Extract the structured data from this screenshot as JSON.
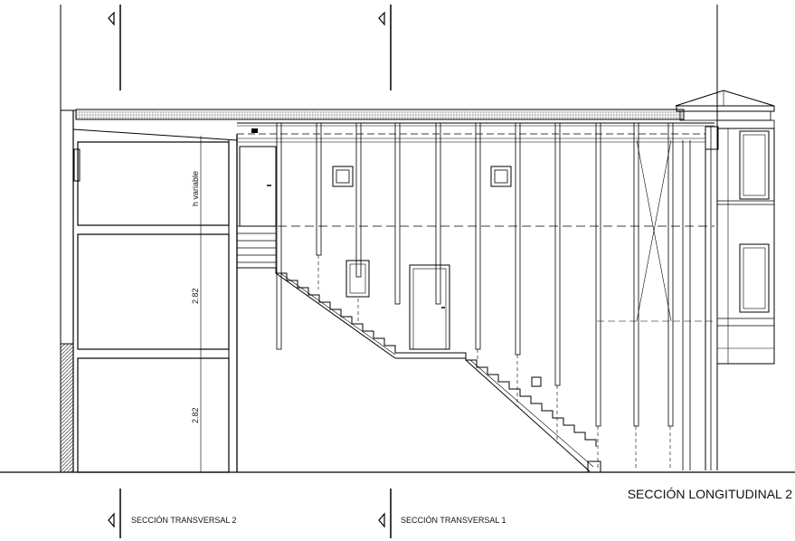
{
  "title": "SECCIÓN LONGITUDINAL 2",
  "section_markers": [
    {
      "label": "SECCIÓN TRANSVERSAL 2"
    },
    {
      "label": "SECCIÓN TRANSVERSAL 1"
    }
  ],
  "dimensions": {
    "top_floor": "h variable",
    "middle_floor": "2.82",
    "bottom_floor": "2.82"
  },
  "colors": {
    "line": "#000000",
    "background": "#ffffff",
    "hatch": "#555555"
  }
}
